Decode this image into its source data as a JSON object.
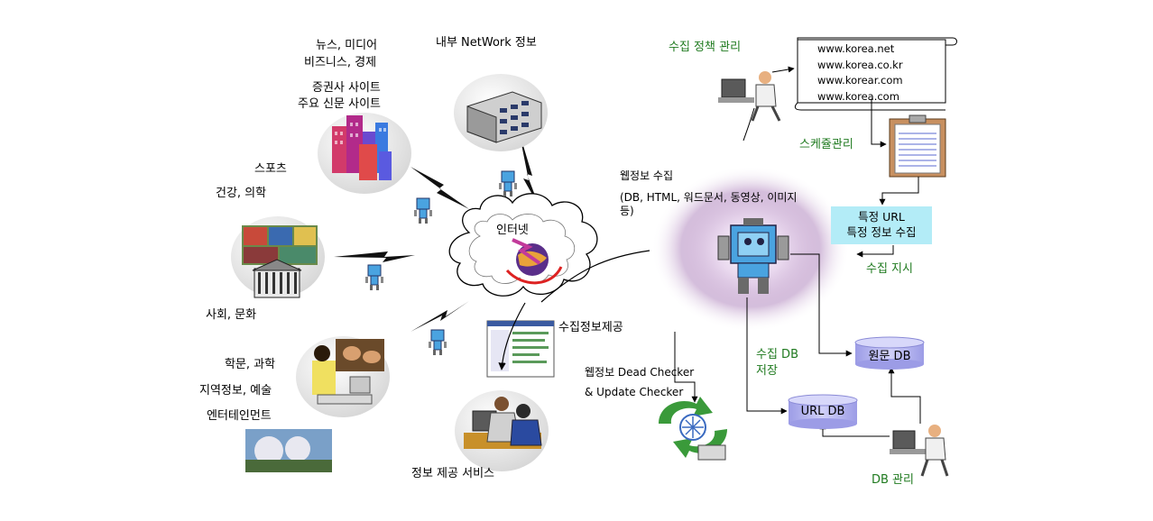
{
  "labels": {
    "news_media": [
      "뉴스, 미디어",
      "비즈니스, 경제"
    ],
    "securities": [
      "증권사 사이트",
      "주요 신문 사이트"
    ],
    "internal_network": "내부 NetWork 정보",
    "sports": "스포츠",
    "health": "건강, 의학",
    "society_culture": "사회, 문화",
    "science": "학문, 과학",
    "regional": "지역정보, 예술",
    "entertainment": "엔터테인먼트",
    "internet": "인터넷",
    "collected_info_provision": "수집정보제공",
    "info_service": "정보 제공 서비스",
    "policy_management": "수집 정책 관리",
    "schedule_management": "스케쥴관리",
    "web_collection_title": "웹정보 수집",
    "web_collection_detail": [
      "(DB, HTML, 워드문서, 동영상, 이미지",
      "등)"
    ],
    "specific_url": [
      "특정 URL",
      "특정 정보 수집"
    ],
    "collection_instruction": "수집 지시",
    "collection_db_store": [
      "수집 DB",
      "저장"
    ],
    "original_db": "원문 DB",
    "url_db": "URL DB",
    "dead_checker": [
      "웹정보 Dead Checker",
      "& Update Checker"
    ],
    "db_management": "DB 관리"
  },
  "urls": [
    "www.korea.net",
    "www.korea.co.kr",
    "www.korear.com",
    "www.korea.com"
  ],
  "colors": {
    "green_label": "#1f7a1f",
    "highlight_box": "#b3ecf7",
    "db_cylinder": "#b8b8f0",
    "robot_blue": "#4aa3e0",
    "glow": "#8a5a9e"
  }
}
